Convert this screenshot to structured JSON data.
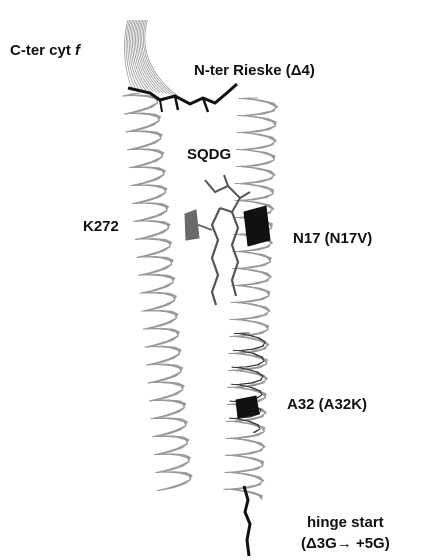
{
  "labels": {
    "cter": {
      "text": "C-ter cyt ",
      "suffix": "f"
    },
    "nter": "N-ter Rieske (Δ4)",
    "sqdg": "SQDG",
    "k272": "K272",
    "n17": "N17 (N17V)",
    "a32": "A32 (A32K)",
    "hinge_line1": "hinge start",
    "hinge_line2": "(Δ3G→ +5G)"
  },
  "colors": {
    "helix_light": "#9a9a9a",
    "helix_dark": "#3a3a3a",
    "residue_dark": "#111111",
    "residue_gray": "#6a6a6a",
    "lipid": "#555555"
  }
}
